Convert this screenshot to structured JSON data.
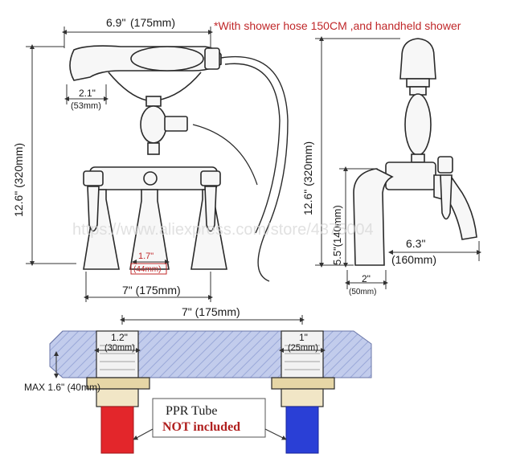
{
  "note": "*With shower hose 150CM ,and handheld shower",
  "front_view": {
    "top_width_in": "6.9\"",
    "top_width_mm": "(175mm)",
    "handset_in": "2.1\"",
    "handset_mm": "(53mm)",
    "height_label": "12.6\" (320mm)",
    "center_in": "1.7\"",
    "center_mm": "(44mm)",
    "spread_label": "7\" (175mm)"
  },
  "side_view": {
    "height_label": "12.6\" (320mm)",
    "spout_height_label": "5.5\"(140mm)",
    "reach_in": "6.3\"",
    "reach_mm": "(160mm)",
    "base_in": "2\"",
    "base_mm": "(50mm)"
  },
  "install": {
    "spread_label": "7\" (175mm)",
    "left_leg_in": "1.2\"",
    "left_leg_mm": "(30mm)",
    "right_leg_in": "1\"",
    "right_leg_mm": "(25mm)",
    "max_thickness_label": "MAX 1.6\" (40mm)",
    "tube_title": "PPR Tube",
    "tube_note": "NOT included"
  },
  "watermark": "https://www.aliexpress.com/store/4375004",
  "colors": {
    "note_red": "#c0282a",
    "chrome_fill": "#f7f7f7",
    "line": "#2a2a2a",
    "counter_fill": "#b8c4e6",
    "brass": "#e8d9b0",
    "red_tube": "#e3262b",
    "blue_tube": "#2a3fd6",
    "note_box_text_red": "#b0201f"
  }
}
